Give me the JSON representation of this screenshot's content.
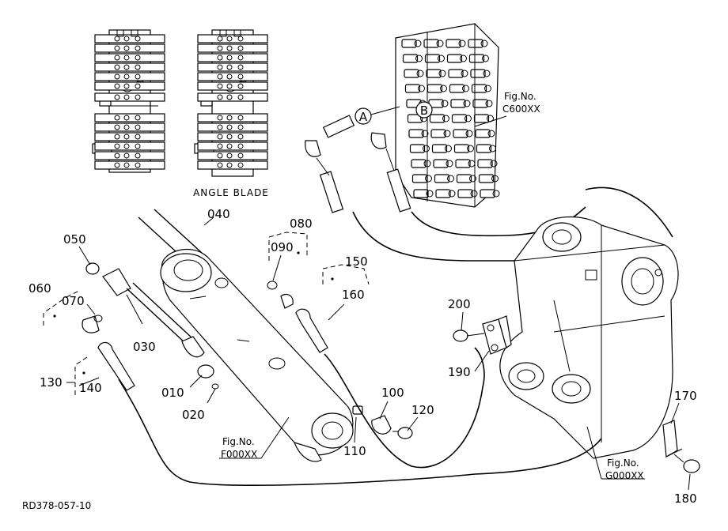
{
  "labels": {
    "p040": "040",
    "p050": "050",
    "p060": "060",
    "p070": "070",
    "p080": "080",
    "p090": "090",
    "p150": "150",
    "p160": "160",
    "p030": "030",
    "p010": "010",
    "p020": "020",
    "p130": "130",
    "p140": "140",
    "p100": "100",
    "p110": "110",
    "p120": "120",
    "p200": "200",
    "p190": "190",
    "p170": "170",
    "p180": "180"
  },
  "callouts": {
    "A": "A",
    "B": "B",
    "A_small_left": "A",
    "B_small_left": "B",
    "A_small_right": "A",
    "B_small_right": "B"
  },
  "refs": {
    "c600_prefix": "Fig.No.",
    "c600_code": "C600XX",
    "f000_prefix": "Fig.No.",
    "f000_code": "F000XX",
    "g000_prefix": "Fig.No.",
    "g000_code": "G000XX"
  },
  "angle_blade": "ANGLE BLADE",
  "drawing_code": "RD378-057-10"
}
